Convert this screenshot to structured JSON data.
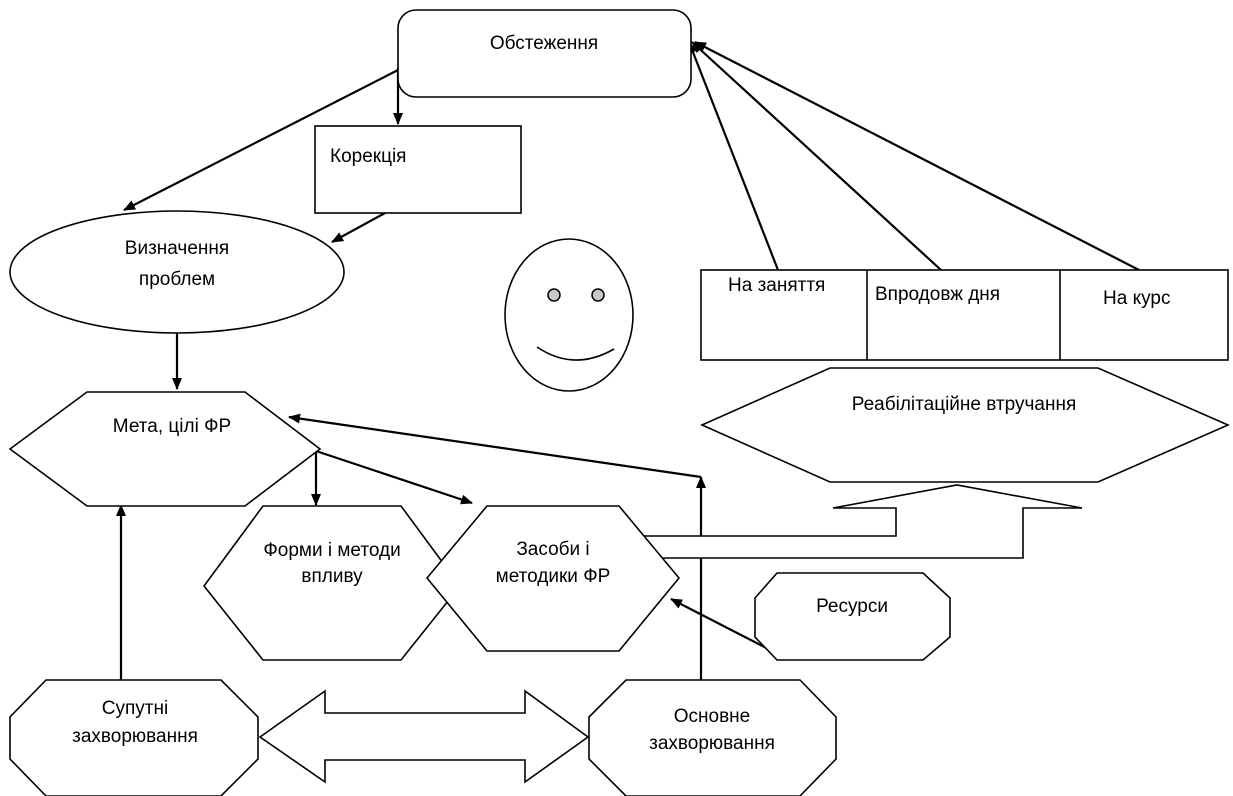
{
  "diagram": {
    "nodes": {
      "examination": "Обстеження",
      "correction": "Корекція",
      "problems": [
        "Визначення",
        "проблем"
      ],
      "goals": "Мета, цілі ФР",
      "forms": [
        "Форми і методи",
        "впливу"
      ],
      "means": [
        "Засоби і",
        "методики ФР"
      ],
      "resources": "Ресурси",
      "comorbid": [
        "Супутні",
        "захворювання"
      ],
      "main_disease": [
        "Основне",
        "захворювання"
      ],
      "session": "На заняття",
      "during_day": "Впродовж дня",
      "course": "На курс",
      "intervention": "Реабілітаційне втручання"
    }
  }
}
